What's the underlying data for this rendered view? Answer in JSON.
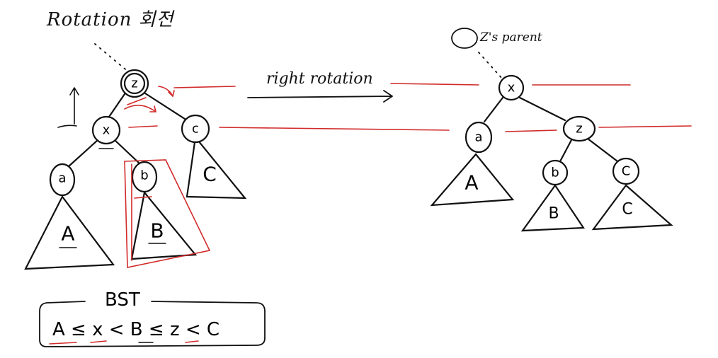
{
  "title": "Rotation 회전",
  "arrow_label": "right rotation",
  "parent_label": "Z's parent",
  "before": {
    "root": "z",
    "left": "x",
    "right": "c",
    "left_left": "a",
    "left_right": "b",
    "subtrees": {
      "a": "A",
      "b": "B",
      "c": "C"
    }
  },
  "after": {
    "root": "x",
    "left": "a",
    "right": "z",
    "right_left": "b",
    "right_right": "C",
    "subtrees": {
      "a": "A",
      "b": "B",
      "c": "C"
    }
  },
  "bst": {
    "heading": "BST",
    "expression": "A ≤ x < B ≤ z < C"
  },
  "colors": {
    "ink": "#111111",
    "highlight": "#d12a2a"
  }
}
